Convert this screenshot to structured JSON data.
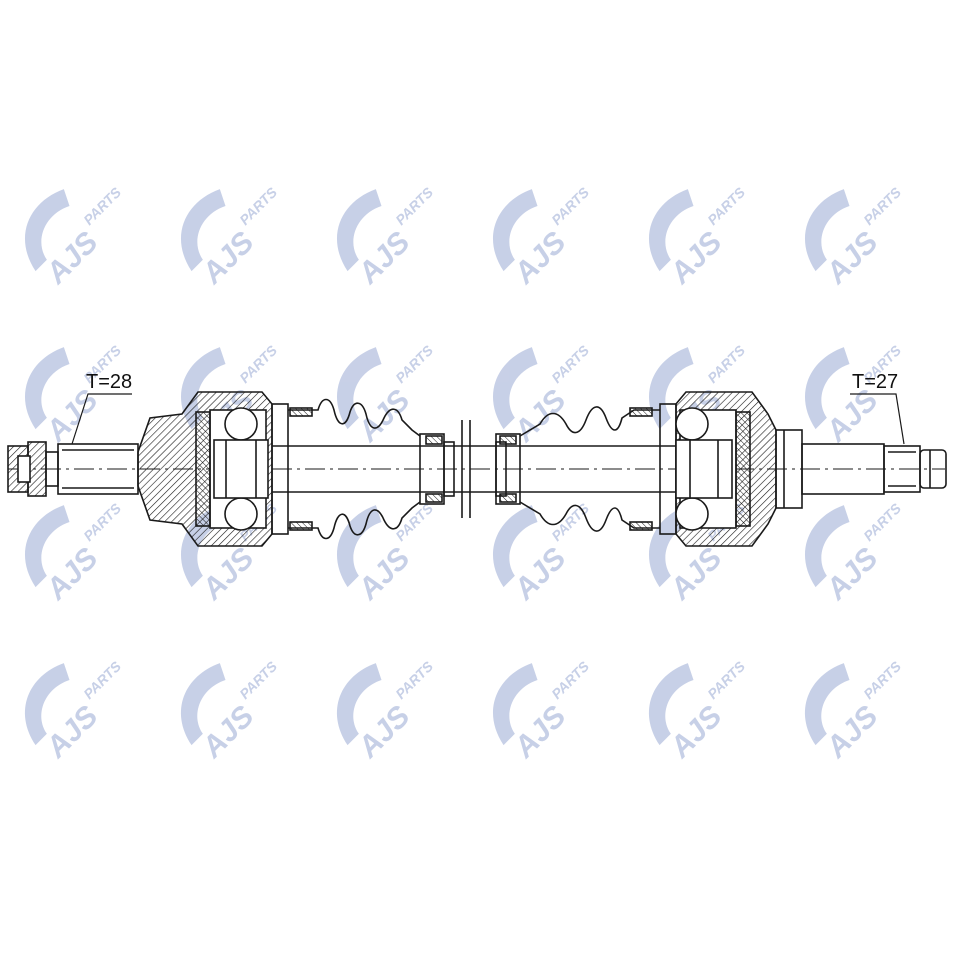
{
  "watermark": {
    "brand": "AJS",
    "suffix": "PARTS",
    "color": "#c5cee6",
    "columns": 6,
    "rows": 4
  },
  "labels": {
    "left_teeth": "T=28",
    "right_teeth": "T=27"
  },
  "colors": {
    "line": "#1a1a1a",
    "hatch": "#1a1a1a"
  }
}
